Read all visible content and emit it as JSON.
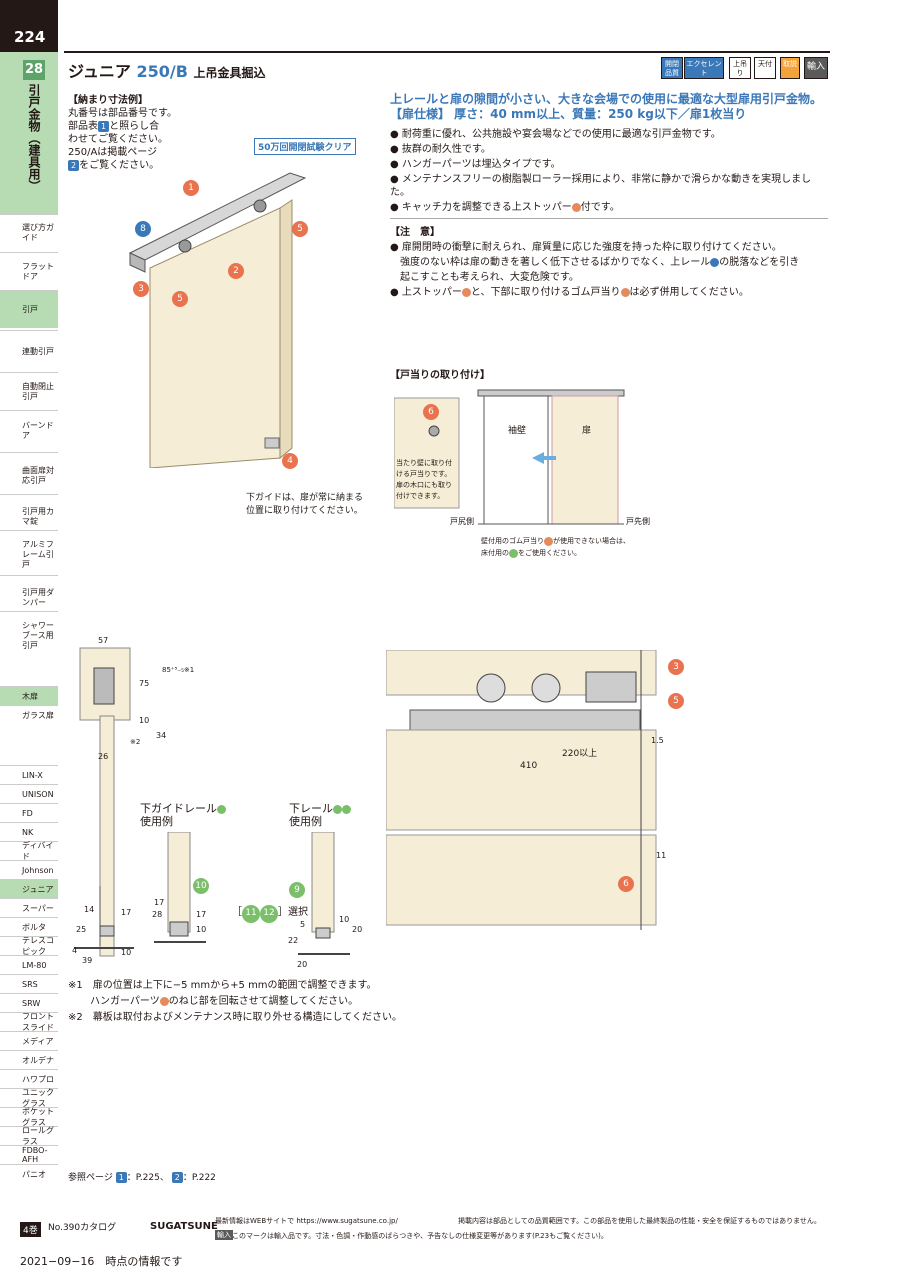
{
  "page": {
    "number": "224",
    "chapter_num": "28",
    "chapter_title": "引戸金物（建具用）"
  },
  "nav": {
    "top": [
      "選び方ガイド",
      "フラットドア",
      "引戸",
      "連動引戸",
      "自動閉止引戸",
      "バーンドア",
      "曲面扉対応引戸",
      "引戸用カマ錠",
      "アルミフレーム引戸",
      "引戸用ダンパー",
      "シャワーブース用引戸"
    ],
    "material": [
      "木扉",
      "ガラス扉"
    ],
    "series": [
      "LIN-X",
      "UNISON",
      "FD",
      "NK",
      "ディバイド",
      "Johnson",
      "ジュニア",
      "スーパー",
      "ボルタ",
      "テレスコピック",
      "LM-80",
      "SRS",
      "SRW",
      "フロントスライド",
      "メディア",
      "オルデナ",
      "ハワプロ",
      "ユニックグラス",
      "ポケットグラス",
      "ロールグラス",
      "FDBO-AFH",
      "パニオ"
    ]
  },
  "header": {
    "title_main": "ジュニア",
    "title_model": "250/B",
    "title_sub": "上吊金具掘込",
    "icons": [
      "開閉品質",
      "エクセレント",
      "上吊り",
      "天付",
      "取説",
      "輸入"
    ]
  },
  "left": {
    "heading": "【納まり寸法例】",
    "lines": [
      "丸番号は部品番号です。",
      "部品表",
      "と照らし合",
      "わせてご覧ください。",
      "250/Aは掲載ページ",
      "をご覧ください。"
    ],
    "chip1": "1",
    "chip2": "2",
    "test_badge": "50万回開閉試験クリア",
    "guide_note": [
      "下ガイドは、扉が常に納まる",
      "位置に取り付けてください。"
    ]
  },
  "right": {
    "headline": "上レールと扉の隙間が小さい、大きな会場での使用に最適な大型扉用引戸金物。",
    "spec": "【扉仕様】 厚さ：40 mm以上、質量：250 kg以下／扉1枚当り",
    "bullets": [
      "耐荷重に優れ、公共施設や宴会場などでの使用に最適な引戸金物です。",
      "抜群の耐久性です。",
      "ハンガーパーツは埋込タイプです。",
      "メンテナンスフリーの樹脂製ローラー採用により、非常に静かで滑らかな動きを実現しました。",
      "キャッチ力を調整できる上ストッパー",
      "付です。"
    ],
    "caution_heading": "【注　意】",
    "cautions": [
      "扉開閉時の衝撃に耐えられ、扉質量に応じた強度を持った枠に取り付けてください。",
      "強度のない枠は扉の動きを著しく低下させるばかりでなく、上レール",
      "の脱落などを引き",
      "起こすことも考えられ、大変危険です。",
      "上ストッパー",
      "と、下部に取り付けるゴム戸当り",
      "は必ず併用してください。"
    ]
  },
  "stop_section": {
    "heading": "【戸当りの取り付け】",
    "wall": "袖壁",
    "door": "扉",
    "left_side": "戸尻側",
    "right_side": "戸先側",
    "note_left": [
      "当たり壁に取り付",
      "ける戸当りです。",
      "扉の木口にも取り",
      "付けできます。"
    ],
    "note_bottom": [
      "壁付用のゴム戸当り",
      "が使用できない場合は、",
      "床付用の",
      "をご使用ください。"
    ]
  },
  "dimensions": {
    "d57": "57",
    "d75": "75",
    "d85": "85⁺⁵₋₅※1",
    "d10": "10",
    "d34": "34",
    "note2": "※2",
    "d26": "26",
    "d14": "14",
    "d25": "25",
    "d17": "17",
    "d4": "4",
    "d39": "39",
    "d10b": "10",
    "d17b": "17",
    "d28": "28",
    "d17c": "17",
    "d10c": "10",
    "d22": "22",
    "d5": "5",
    "d10d": "10",
    "d20": "20",
    "d20b": "20",
    "d220": "220以上",
    "d410": "410",
    "d1_5": "1.5",
    "d11": "11"
  },
  "sub_labels": {
    "lower_guide": [
      "下ガイドレール",
      "使用例"
    ],
    "lower_rail": [
      "下レール",
      "使用例"
    ],
    "select": "選択"
  },
  "footnotes": [
    "※1　扉の位置は上下に−5 mmから+5 mmの範囲で調整できます。",
    "ハンガーパーツ",
    "のねじ部を回転させて調整してください。",
    "※2　幕板は取付およびメンテナンス時に取り外せる構造にしてください。"
  ],
  "refs": {
    "label": "参照ページ",
    "r1": "1",
    "p1": "：P.225、",
    "r2": "2",
    "p2": "：P.222"
  },
  "footer": {
    "vol": "4巻",
    "catalog": "No.390カタログ",
    "brand": "SUGATSUNE",
    "web": "最新情報はWEBサイトで https://www.sugatsune.co.jp/",
    "disclaimer": "掲載内容は部品としての品質範囲です。この部品を使用した最終製品の性能・安全を保証するものではありません。",
    "import_tag": "輸入",
    "import_note": "このマークは輸入品です。寸法・色調・作動感のばらつきや、予告なしの仕様変更等があります(P.23もご覧ください)。",
    "date": "2021−09−16　時点の情報です"
  }
}
